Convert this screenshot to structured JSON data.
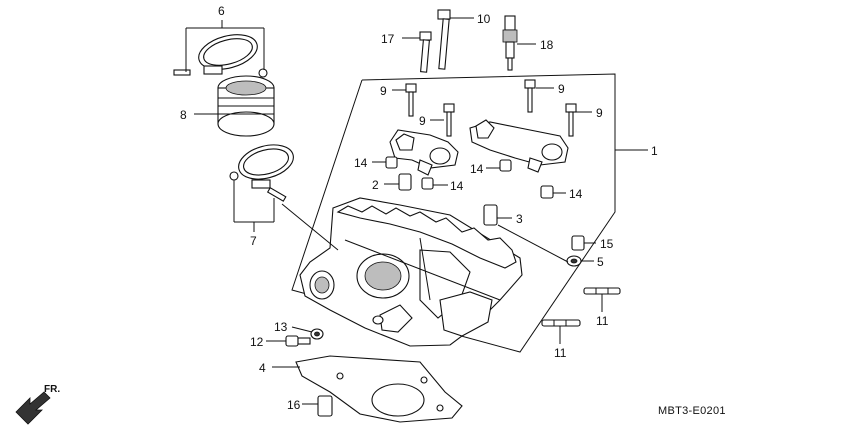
{
  "callouts": {
    "c1": "1",
    "c2": "2",
    "c3": "3",
    "c4": "4",
    "c5": "5",
    "c6": "6",
    "c7": "7",
    "c8": "8",
    "c9a": "9",
    "c9b": "9",
    "c9c": "9",
    "c9d": "9",
    "c10": "10",
    "c11a": "11",
    "c11b": "11",
    "c12": "12",
    "c13": "13",
    "c14a": "14",
    "c14b": "14",
    "c14c": "14",
    "c14d": "14",
    "c15": "15",
    "c16": "16",
    "c17": "17",
    "c18": "18"
  },
  "direction_label": "FR.",
  "diagram_code": "MBT3-E0201"
}
